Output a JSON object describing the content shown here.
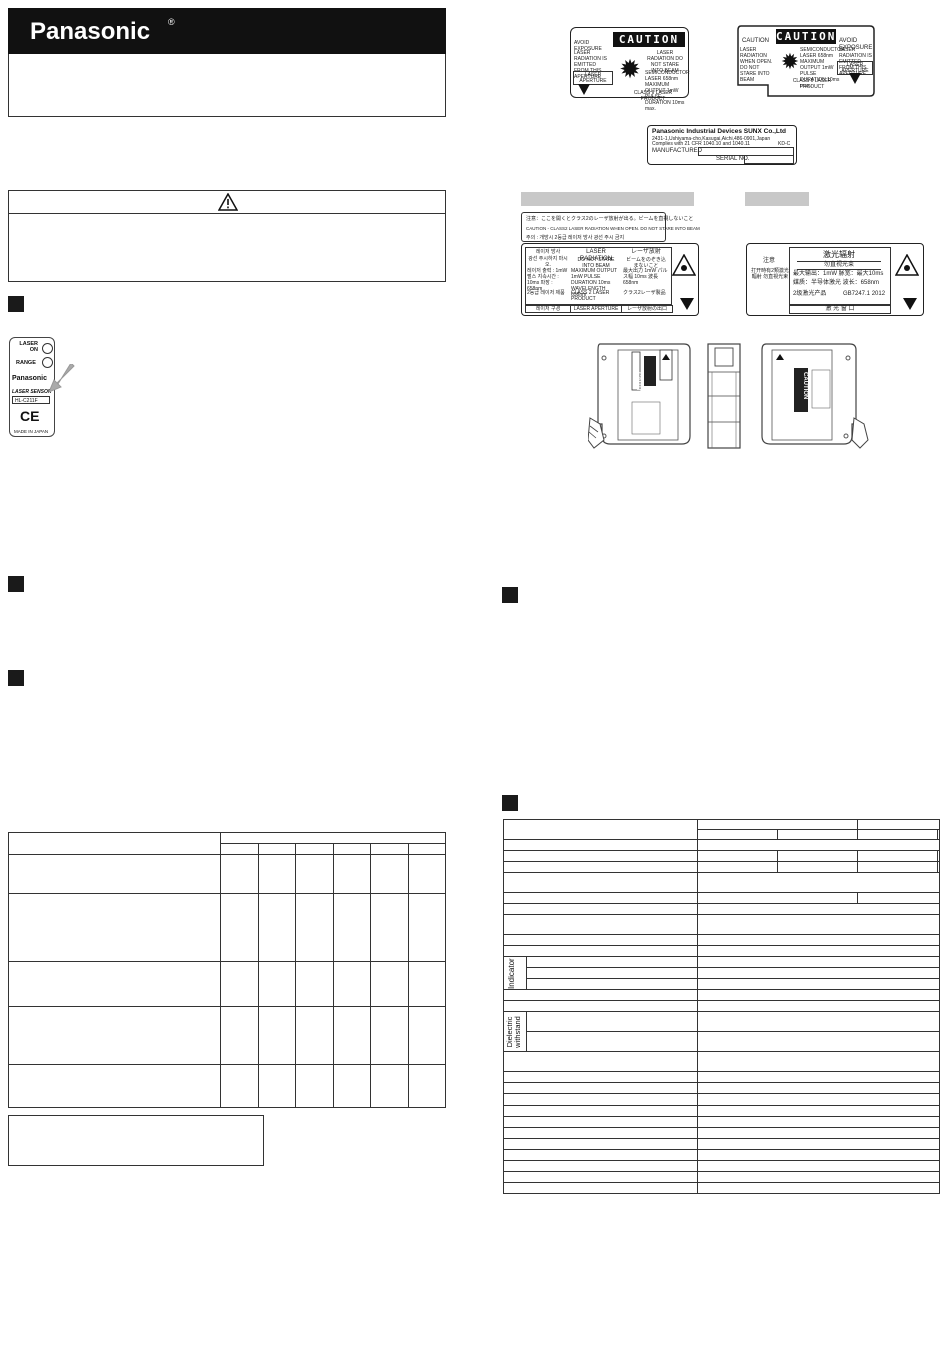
{
  "header": {
    "logo_text": "Panasonic",
    "registered_mark": "®"
  },
  "warning": {
    "icon": "warning-triangle-icon",
    "symbol": "!"
  },
  "device_label": {
    "laser_on": "LASER ON",
    "range": "RANGE",
    "brand": "Panasonic",
    "product_type": "LASER SENSOR",
    "model": "HL-C211F",
    "ce_mark": "CE",
    "origin": "MADE IN JAPAN"
  },
  "caution_label_1": {
    "avoid_exposure": "AVOID EXPOSURE",
    "emitted_text": "LASER RADIATION IS EMITTED FROM THIS APERTURE",
    "aperture": "LASER APERTURE",
    "banner": "CAUTION",
    "radiation_text": "LASER RADIATION DO NOT STARE INTO BEAM",
    "specs": "SEMICONDUCTOR LASER 658nm MAXIMUM OUTPUT 1mW PULSE DURATION 10ms max.",
    "class": "CLASS II LASER PRODUCT"
  },
  "caution_label_2": {
    "caution": "CAUTION",
    "open_text": "LASER RADIATION WHEN OPEN. DO NOT STARE INTO BEAM",
    "banner": "CAUTION",
    "specs": "SEMICONDUCTOR LASER 658nm MAXIMUM OUTPUT 1mW PULSE DURATION 10ms max.",
    "class": "CLASS II LASER PRODUCT",
    "avoid_exposure": "AVOID EXPOSURE",
    "emitted_text": "LASER RADIATION IS EMITTED FROM THIS APERTURE",
    "aperture": "LASER APERTURE"
  },
  "manufacturer_label": {
    "company": "Panasonic Industrial Devices SUNX Co.,Ltd",
    "address": "2431-1,Ushiyama-cho,Kasugai,Aichi,486-0901,Japan",
    "compliance": "Complies with 21 CFR 1040.10 and 1040.11",
    "code": "KD-C",
    "manufactured": "MANUFACTURED",
    "serial": "SERIAL NO."
  },
  "korea_japan_label": {
    "caution_line_1": "注意：ここを開くとクラス2のレーザ放射が出る。ビームを直視しないこと",
    "caution_line_2": "CAUTION - CLASS2 LASER RADIATION WHEN OPEN. DO NOT STARE INTO BEAM",
    "caution_line_3": "주의 : 개방시 2등급 레이저 방사 광선 주시 금지",
    "col1_title": "레이저 방사",
    "col1_sub": "광선 주시하지 마시오.",
    "col1_specs": "레이저 출력 : 1mW 펄스 지속시간 : 10ms 파장 : 658nm",
    "col1_class": "2등급 레이저 제품",
    "col1_footer": "레이저 구경",
    "col2_title": "LASER RADIATION",
    "col2_sub": "DO NOT STARE INTO BEAM",
    "col2_specs": "MAXIMUM OUTPUT 1mW PULSE DURATION 10ms WAVELENGTH 658nm",
    "col2_class": "CLASS 2 LASER PRODUCT",
    "col2_footer": "LASER APERTURE",
    "col3_title": "レーザ放射",
    "col3_sub": "ビームをのぞき込まないこと",
    "col3_specs": "最大出力 1mW パルス幅 10ms 波長 658nm",
    "col3_class": "クラス2レーザ製品",
    "col3_footer": "レーザ放射の出口"
  },
  "china_label": {
    "caution": "注意",
    "open_text": "打开時有2類激光輻射 勿直視光束",
    "title": "激光辐射",
    "sub": "勿直视光束",
    "specs_1": "最大输出：1mW 脉宽：最大10ms",
    "specs_2": "媒质：半导体激光 波长：658nm",
    "class": "2级激光产品",
    "standard": "GB7247.1 2012",
    "aperture": "激 光 窗 口"
  },
  "sensor_views": {
    "caution_text": "CAUTION"
  },
  "left_table": {
    "rows": 5,
    "cols": 6
  },
  "spec_table": {
    "side_labels": [
      "Indicator",
      "Dielectric withstand"
    ]
  }
}
